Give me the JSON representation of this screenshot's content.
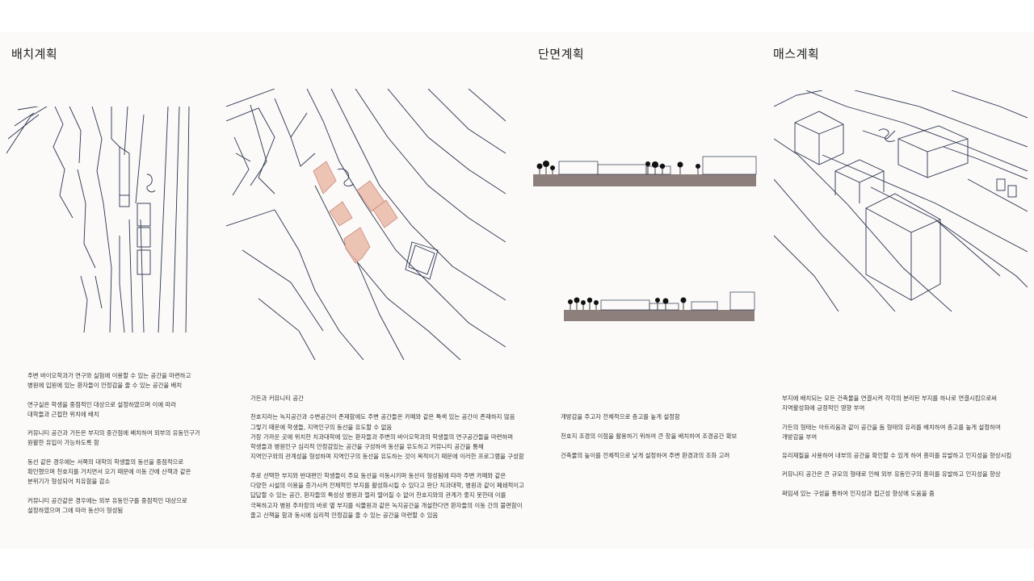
{
  "headings": {
    "layout": "배치계획",
    "section": "단면계획",
    "mass": "매스계획"
  },
  "colors": {
    "background": "#fbfaf8",
    "line": "#2b3350",
    "accent_fill": "#eab8a8",
    "ground": "#8c7f7c"
  },
  "text": {
    "col1": [
      "주변 바이오학과가 연구와 실험에 이용할 수 있는 공간을 마련하고",
      "병원에 입원에 있는 환자들이 안정감을 줄 수 있는 공간을 배치",
      "",
      "연구실은 학생을 중점적인 대상으로 설정하였으며 이에 따라",
      "대학들과 근접한 위치에 배치",
      "",
      "커뮤니티 공간과 가든은 부지의 중간점에 배치하여 외부의 유동인구가",
      "원활한 유입이 가능하도록 함",
      "",
      "동선 같은 경우에는 서쪽의 대학의 학생들의 동선을 중점적으로",
      "확인했으며 천호지를 거치면서 오기 때문에 이동 간에 산책과 같은",
      "분위기가 형성되어 치유함을 감소",
      "",
      "커뮤니티 공간같은 경우에는 외부 유동인구를 중점적인 대상으로",
      "설정하였으며 그에 따라 동선이 형성됨"
    ],
    "col2": [
      "가든과 커뮤니티 공간",
      "",
      "천호지라는 녹지공간과 수변공간이 존재함에도 주변 공간들은 카페와 같은 특색 있는 공간이 존재하지 않음",
      "그렇기 때문에 학생들, 지역인구의 동선을 유도할 수 없음",
      "가장 가까운 곳에 위치한 치과대학에 있는 환자들과 주변의 바이오학과의 학생들의 연구공간들을 마련하며",
      "학생들과 병원인구 심리적 안정감있는 공간을 구성하여 동선을 유도하고 커뮤니티 공간을 통해",
      "지역인구와의 관계성을 형성하며 지역인구의 동선을 유도하는 것이 목적이기 때문에 이러한 프로그램을 구성함",
      "",
      "주로 선택한 부지와 반대편인 학생들이 주요 동선을 이동시키며 동선이 형성됨에 따라 주변 카페와 같은",
      "다양한 시설의 이용을 증가시켜 전체적인 부지를 활성화시킬 수 있다고 판단 치과대학, 병원과 같이 폐쇄적이고",
      "답답할 수 있는 공간, 환자들의 특성상 병원과 멀리 떨어질 수 없어 천호지와의 관계가 좋지 못한데 이를",
      "극복하고자 병원 주차장의 바로 옆 부지를 식물원과 같은 녹지공간을 개설한다면 환자들의 이동 간의 불편함이",
      "줄고 산책을 함과 동시에  심리적 안정감을 줄 수 있는 공간을 마련할 수 있음"
    ],
    "col3": [
      "개방감을 주고자 전체적으로 층고를 높게 설정함",
      "",
      "천호지 조경의 이점을 활용하기 위하여 큰 창을 배치하여 조경공간 확보",
      "",
      "건축물의 높이를 전체적으로 낮게 설정하여 주변 환경과의 조화 고려"
    ],
    "col4": [
      "부지에 배치되는 모든 건축물을 연결시켜 각각의 분리된 부지를 하나로 연결시킴으로써",
      "지역활성화에 긍정적인 영향 부여",
      "",
      "가든의 형태는 아트리움과 같이 공간을 돔 형태의 유리를 배치하여 층고를 높게 설정하여",
      "개방감을 부여",
      "",
      "유리재질을 사용하여 내부의 공간을 확인할 수 있게 하여 흥미를 유발하고 인지성을 향상시킴",
      "",
      "커뮤니티 공간은 큰 규모의 형태로 인해 외부 유동인구의 흥미를 유발하고 인지성을 향상",
      "",
      "짜임새 있는 구성을 통하여 인지성과 접근성 향상에 도움을 줌"
    ]
  }
}
